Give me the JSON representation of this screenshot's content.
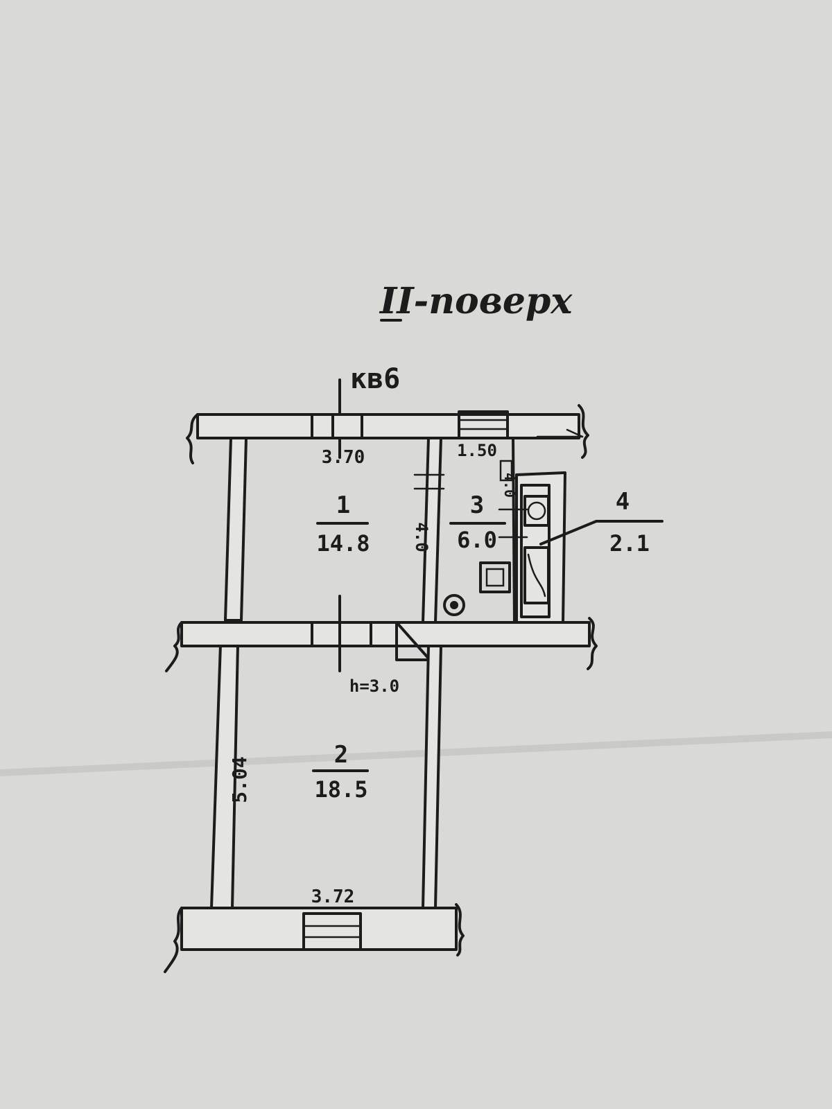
{
  "floor_title": "II-поверх",
  "apartment_label": "кв6",
  "ceiling_height": "h=3.0",
  "rooms": [
    {
      "number": "1",
      "area": "14.8"
    },
    {
      "number": "2",
      "area": "18.5"
    },
    {
      "number": "3",
      "area": "6.0"
    },
    {
      "number": "4",
      "area": "2.1"
    }
  ],
  "dimensions": {
    "room1_width": "3.70",
    "room1_length": "4.0",
    "room3_width": "1.50",
    "room3_length": "4.0",
    "room2_length": "5.04",
    "room2_width": "3.72"
  },
  "colors": {
    "paper": "#d9dad6",
    "ink": "#1c1c1c"
  }
}
